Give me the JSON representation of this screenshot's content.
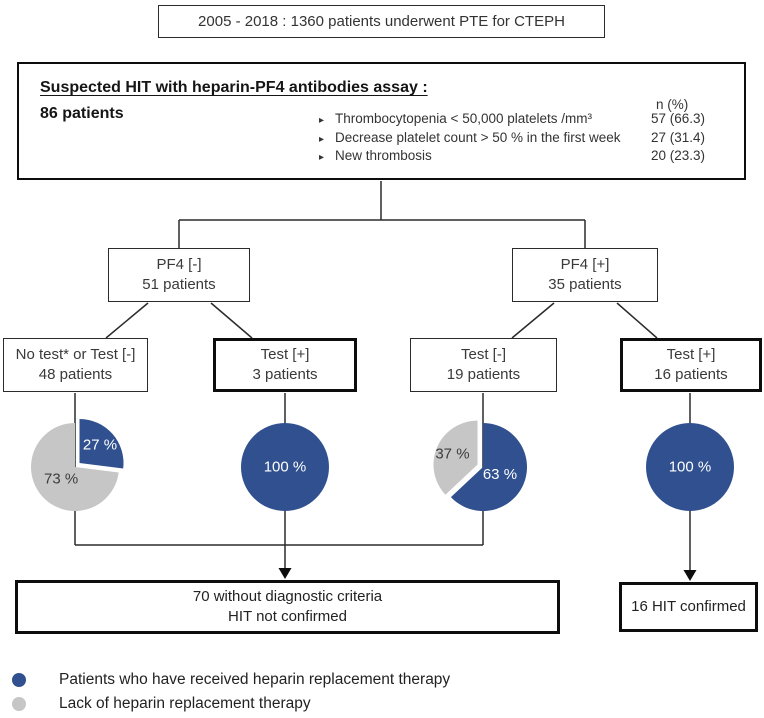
{
  "top_box": {
    "text": "2005 - 2018 : 1360 patients underwent PTE for CTEPH"
  },
  "criteria_box": {
    "title": "Suspected HIT with heparin-PF4 antibodies assay :",
    "subtitle": "86 patients",
    "column_header": "n (%)",
    "bullet_icon": "▸",
    "items": [
      {
        "label": "Thrombocytopenia < 50,000 platelets /mm³",
        "value": "57 (66.3)"
      },
      {
        "label": "Decrease platelet count > 50 % in the first week",
        "value": "27 (31.4)"
      },
      {
        "label": "New thrombosis",
        "value": "20 (23.3)"
      }
    ]
  },
  "branch_boxes": [
    {
      "line1": "PF4 [-]",
      "line2": "51 patients"
    },
    {
      "line1": "PF4 [+]",
      "line2": "35 patients"
    }
  ],
  "test_boxes": [
    {
      "line1": "No test* or Test [-]",
      "line2": "48 patients"
    },
    {
      "line1": "Test [+]",
      "line2": "3 patients"
    },
    {
      "line1": "Test [-]",
      "line2": "19 patients"
    },
    {
      "line1": "Test [+]",
      "line2": "16 patients"
    }
  ],
  "outcome_boxes": [
    {
      "line1": "70 without diagnostic criteria",
      "line2": "HIT not confirmed"
    },
    {
      "line1": "16 HIT confirmed"
    }
  ],
  "legend": [
    {
      "color": "#30508F",
      "label": "Patients who have received heparin replacement therapy"
    },
    {
      "color": "#C6C6C6",
      "label": "Lack of heparin replacement therapy"
    }
  ],
  "colors": {
    "blue": "#30508F",
    "gray": "#C6C6C6",
    "line": "#2b2b2b"
  },
  "chart_data": [
    {
      "type": "pie",
      "title": "No test* or Test [-] — 48 patients",
      "slices": [
        {
          "name": "Patients who have received heparin replacement therapy",
          "value": 27,
          "label": "27 %",
          "color": "blue",
          "exploded": true
        },
        {
          "name": "Lack of heparin replacement therapy",
          "value": 73,
          "label": "73 %",
          "color": "gray",
          "exploded": false
        }
      ]
    },
    {
      "type": "pie",
      "title": "Test [+] — 3 patients",
      "slices": [
        {
          "name": "Patients who have received heparin replacement therapy",
          "value": 100,
          "label": "100 %",
          "color": "blue",
          "exploded": false
        }
      ]
    },
    {
      "type": "pie",
      "title": "Test [-] — 19 patients",
      "slices": [
        {
          "name": "Patients who have received heparin replacement therapy",
          "value": 63,
          "label": "63 %",
          "color": "blue",
          "exploded": false
        },
        {
          "name": "Lack of heparin replacement therapy",
          "value": 37,
          "label": "37 %",
          "color": "gray",
          "exploded": true
        }
      ]
    },
    {
      "type": "pie",
      "title": "Test [+] — 16 patients",
      "slices": [
        {
          "name": "Patients who have received heparin replacement therapy",
          "value": 100,
          "label": "100 %",
          "color": "blue",
          "exploded": false
        }
      ]
    }
  ]
}
